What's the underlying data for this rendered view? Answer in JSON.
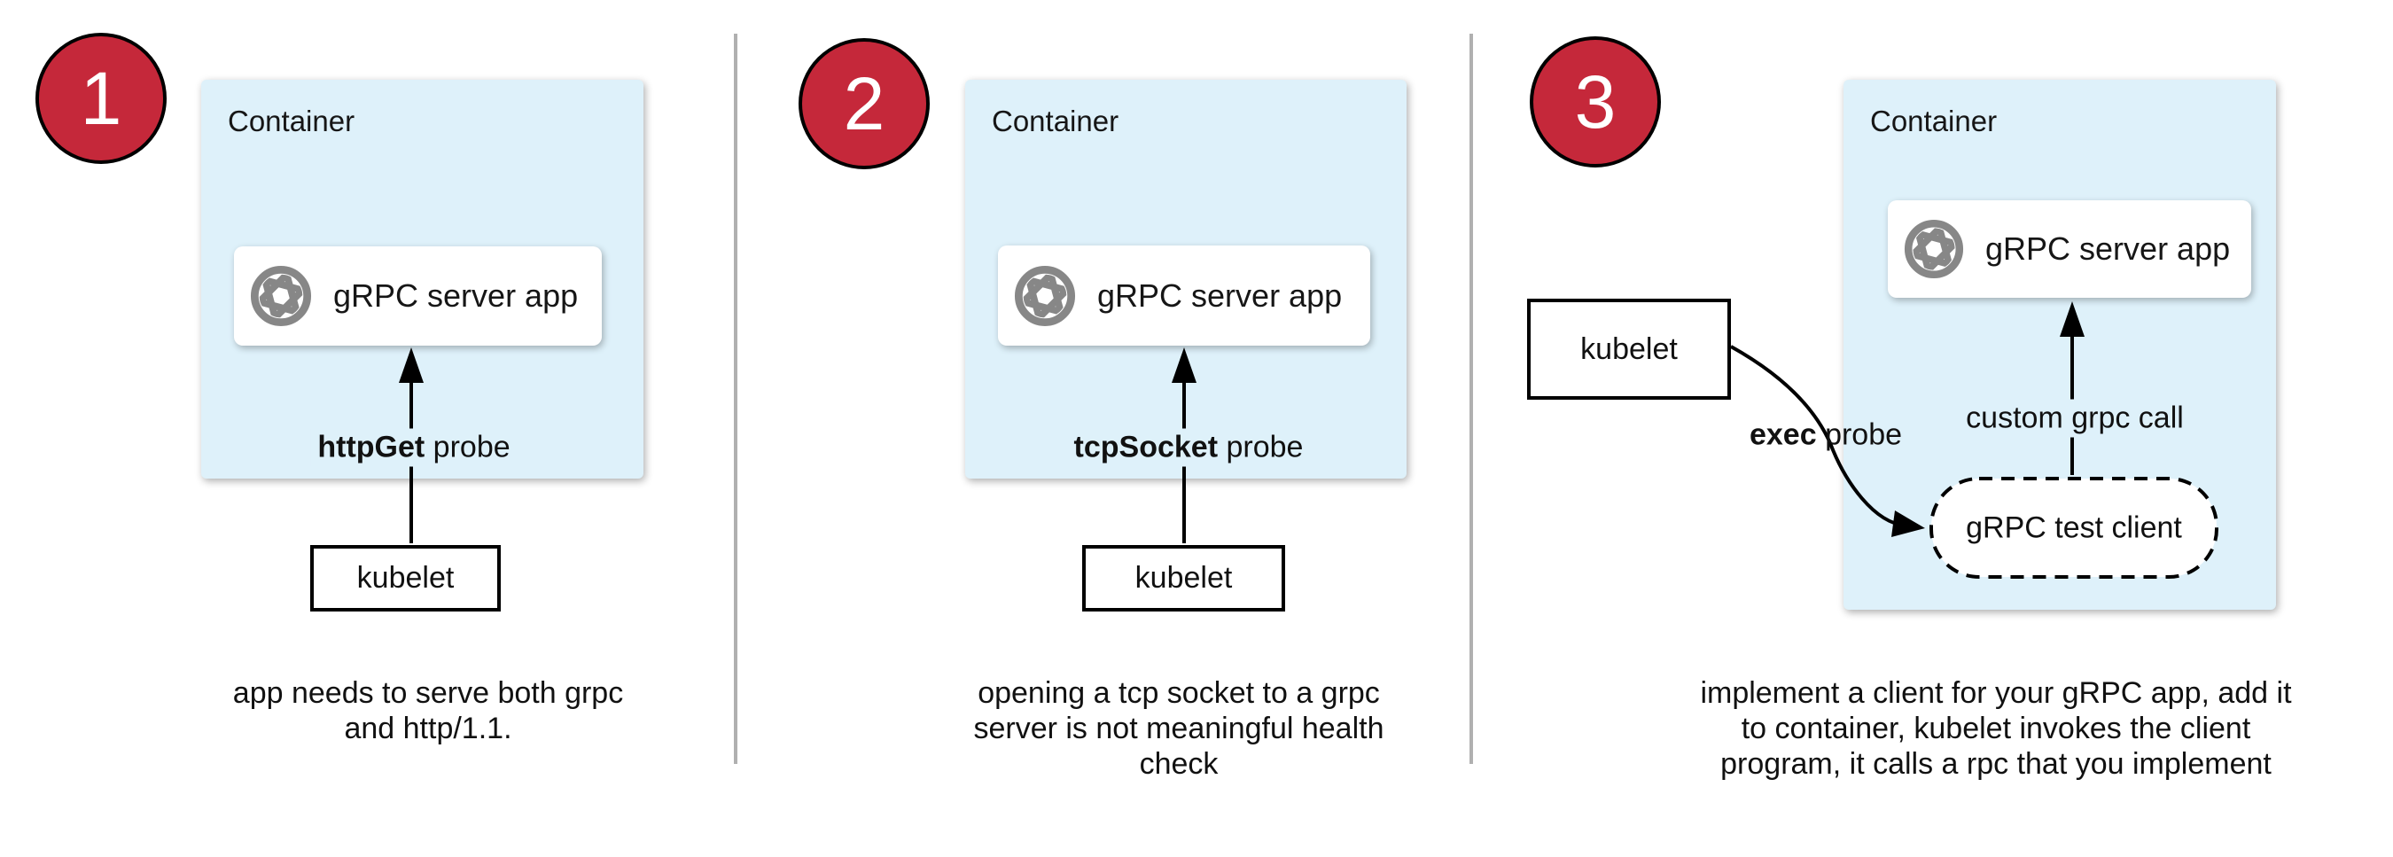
{
  "colors": {
    "container_fill": "#def1fa",
    "badge_fill": "#c5283a",
    "badge_border": "#000000",
    "divider_gray": "#b0b0b0",
    "icon_gray": "#878787",
    "text": "#111111"
  },
  "icons": {
    "app_icon": "aperture-icon"
  },
  "panels": [
    {
      "badge": "1",
      "container_label": "Container",
      "app_label": "gRPC server app",
      "probe": {
        "bold": "httpGet",
        "rest": " probe"
      },
      "kubelet": "kubelet",
      "caption": "app needs to serve both grpc\nand http/1.1."
    },
    {
      "badge": "2",
      "container_label": "Container",
      "app_label": "gRPC server app",
      "probe": {
        "bold": "tcpSocket",
        "rest": " probe"
      },
      "kubelet": "kubelet",
      "caption": "opening a tcp socket to a grpc\nserver is not meaningful health\ncheck"
    },
    {
      "badge": "3",
      "container_label": "Container",
      "app_label": "gRPC server app",
      "probe": {
        "bold": "exec",
        "rest": " probe"
      },
      "kubelet": "kubelet",
      "call_label": "custom grpc call",
      "test_client_label": "gRPC test client",
      "caption": "implement a client for your gRPC app, add it\nto container, kubelet invokes the client\nprogram, it calls a rpc that you implement"
    }
  ]
}
